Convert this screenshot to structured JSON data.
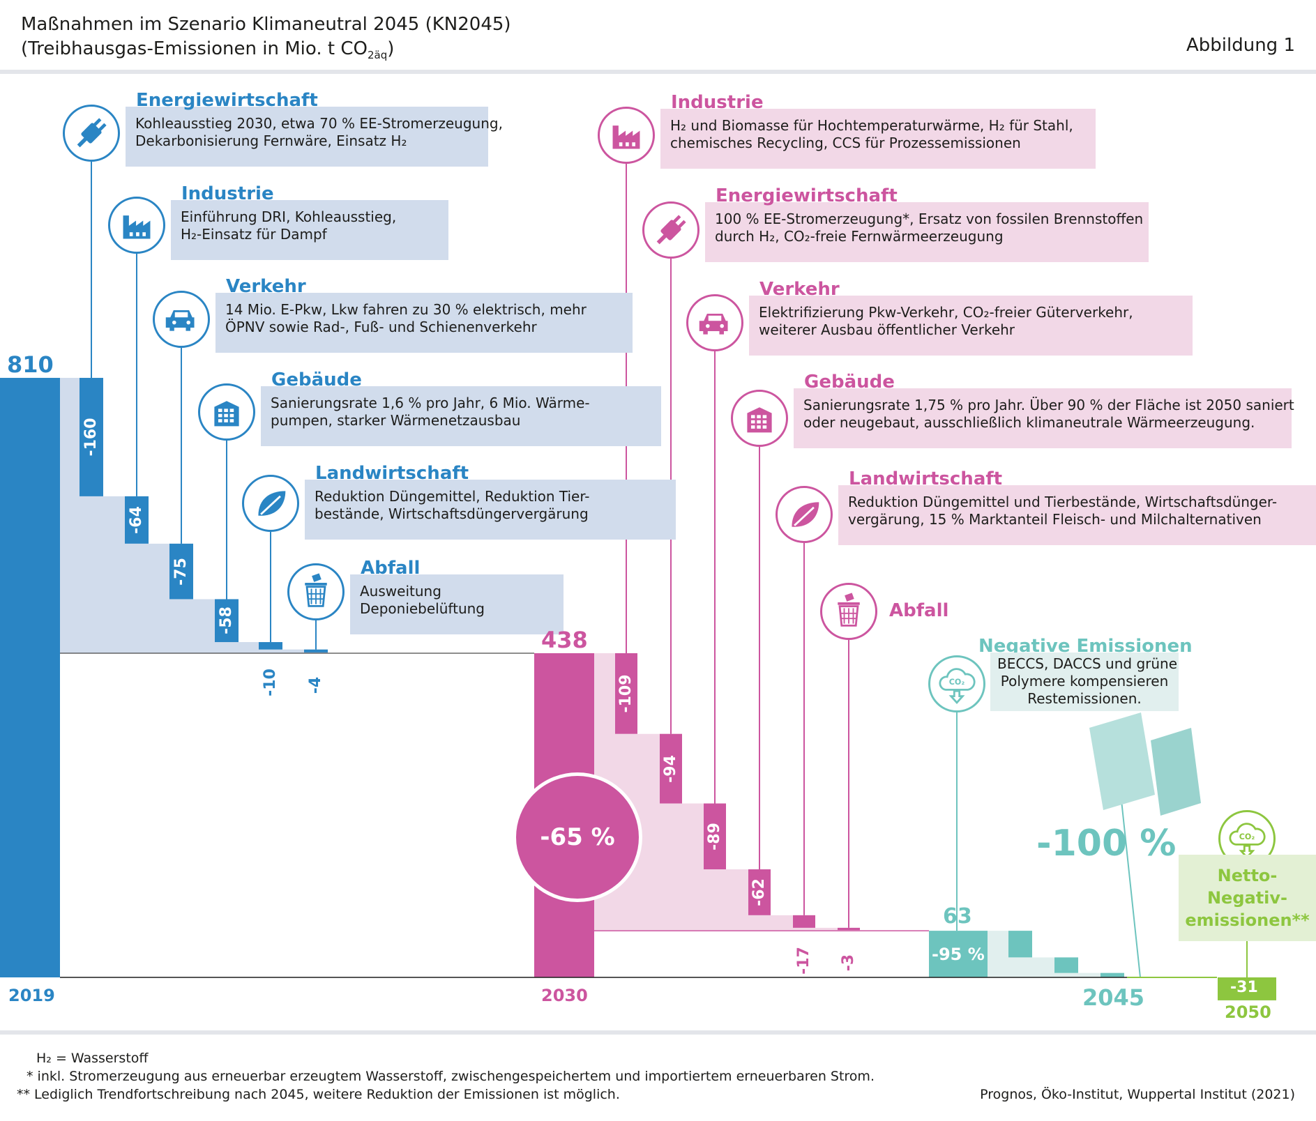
{
  "header": {
    "title_line1": "Maßnahmen im Szenario Klimaneutral 2045 (KN2045)",
    "title_line2_pre": "(Treibhausgas-Emissionen in Mio. t CO",
    "title_line2_sub": "2äq",
    "title_line2_post": ")",
    "figure_label": "Abbildung 1"
  },
  "colors": {
    "blue": "#2a85c4",
    "blue_light": "#d1dcec",
    "pink": "#cc559f",
    "pink_light": "#f2d8e7",
    "teal": "#6dc4be",
    "teal_light": "#e1efee",
    "green": "#8dc63f",
    "green_light": "#e3f0d4"
  },
  "chart_data": {
    "type": "waterfall",
    "unit": "Mio. t CO2äq",
    "milestones": [
      {
        "year": "2019",
        "value": 810,
        "label": "810"
      },
      {
        "year": "2030",
        "value": 438,
        "label": "438",
        "reduction_label": "-65 %"
      },
      {
        "year": "2045",
        "value": 63,
        "label": "63",
        "reduction_label": "-95 %",
        "final_label": "-100 %"
      },
      {
        "year": "2050",
        "value": -31,
        "label": "-31"
      }
    ],
    "phase1_steps": [
      {
        "sector": "Energiewirtschaft",
        "value": -160,
        "label": "-160"
      },
      {
        "sector": "Industrie",
        "value": -64,
        "label": "-64"
      },
      {
        "sector": "Verkehr",
        "value": -75,
        "label": "-75"
      },
      {
        "sector": "Gebäude",
        "value": -58,
        "label": "-58"
      },
      {
        "sector": "Landwirtschaft",
        "value": -10,
        "label": "-10"
      },
      {
        "sector": "Abfall",
        "value": -4,
        "label": "-4"
      }
    ],
    "phase2_steps": [
      {
        "sector": "Industrie",
        "value": -109,
        "label": "-109"
      },
      {
        "sector": "Energiewirtschaft",
        "value": -94,
        "label": "-94"
      },
      {
        "sector": "Verkehr",
        "value": -89,
        "label": "-89"
      },
      {
        "sector": "Gebäude",
        "value": -62,
        "label": "-62"
      },
      {
        "sector": "Landwirtschaft",
        "value": -17,
        "label": "-17"
      },
      {
        "sector": "Abfall",
        "value": -3,
        "label": "-3"
      }
    ],
    "phase3_steps": [
      {
        "value": -36
      },
      {
        "value": -21
      },
      {
        "value": -6
      }
    ]
  },
  "measures_2030": [
    {
      "icon": "plug-icon",
      "title": "Energiewirtschaft",
      "lines": [
        "Kohleausstieg 2030, etwa 70 % EE-Stromerzeugung,",
        "Dekarbonisierung Fernwäre, Einsatz H₂"
      ]
    },
    {
      "icon": "factory-icon",
      "title": "Industrie",
      "lines": [
        "Einführung DRI, Kohleausstieg,",
        "H₂-Einsatz für Dampf"
      ]
    },
    {
      "icon": "car-icon",
      "title": "Verkehr",
      "lines": [
        "14 Mio. E-Pkw, Lkw fahren zu 30 % elektrisch, mehr",
        "ÖPNV sowie Rad-, Fuß- und Schienenverkehr"
      ]
    },
    {
      "icon": "building-icon",
      "title": "Gebäude",
      "lines": [
        "Sanierungsrate 1,6 % pro Jahr, 6 Mio. Wärme-",
        "pumpen, starker Wärmenetzausbau"
      ]
    },
    {
      "icon": "leaf-icon",
      "title": "Landwirtschaft",
      "lines": [
        "Reduktion Düngemittel, Reduktion Tier-",
        "bestände, Wirtschaftsdüngervergärung"
      ]
    },
    {
      "icon": "trash-icon",
      "title": "Abfall",
      "lines": [
        "Ausweitung",
        "Deponiebelüftung"
      ]
    }
  ],
  "measures_2045": [
    {
      "icon": "factory-icon",
      "title": "Industrie",
      "lines": [
        "H₂ und Biomasse für Hochtemperaturwärme, H₂ für Stahl,",
        "chemisches Recycling, CCS für Prozessemissionen"
      ]
    },
    {
      "icon": "plug-icon",
      "title": "Energiewirtschaft",
      "lines": [
        "100 % EE-Stromerzeugung*, Ersatz von fossilen Brennstoffen",
        "durch H₂, CO₂-freie Fernwärmeerzeugung"
      ]
    },
    {
      "icon": "car-icon",
      "title": "Verkehr",
      "lines": [
        "Elektrifizierung Pkw-Verkehr, CO₂-freier Güterverkehr,",
        "weiterer Ausbau öffentlicher Verkehr"
      ]
    },
    {
      "icon": "building-icon",
      "title": "Gebäude",
      "lines": [
        "Sanierungsrate 1,75 % pro Jahr. Über 90 % der Fläche ist 2050 saniert",
        "oder neugebaut, ausschließlich klimaneutrale Wärmeerzeugung."
      ]
    },
    {
      "icon": "leaf-icon",
      "title": "Landwirtschaft",
      "lines": [
        "Reduktion Düngemittel und Tierbestände, Wirtschaftsdünger-",
        "vergärung, 15 % Marktanteil Fleisch- und Milchalternativen"
      ]
    },
    {
      "icon": "trash-icon",
      "title": "Abfall",
      "lines": []
    }
  ],
  "negative": {
    "icon": "co2-cloud-icon",
    "title": "Negative Emissionen",
    "lines": [
      "BECCS, DACCS und grüne",
      "Polymere kompensieren",
      "Restemissionen."
    ]
  },
  "net_negative": {
    "icon": "co2-cloud-icon",
    "lines": [
      "Netto-",
      "Negativ-",
      "emissionen**"
    ]
  },
  "footnotes": {
    "h2": "H₂ = Wasserstoff",
    "star_mark": "*",
    "star": "inkl. Stromerzeugung aus erneuerbar erzeugtem Wasserstoff, zwischengespeichertem und importiertem erneuerbaren Strom.",
    "dstar_mark": "**",
    "dstar": "Lediglich Trendfortschreibung nach 2045, weitere Reduktion der Emissionen ist möglich.",
    "source": "Prognos, Öko-Institut, Wuppertal Institut (2021)"
  }
}
